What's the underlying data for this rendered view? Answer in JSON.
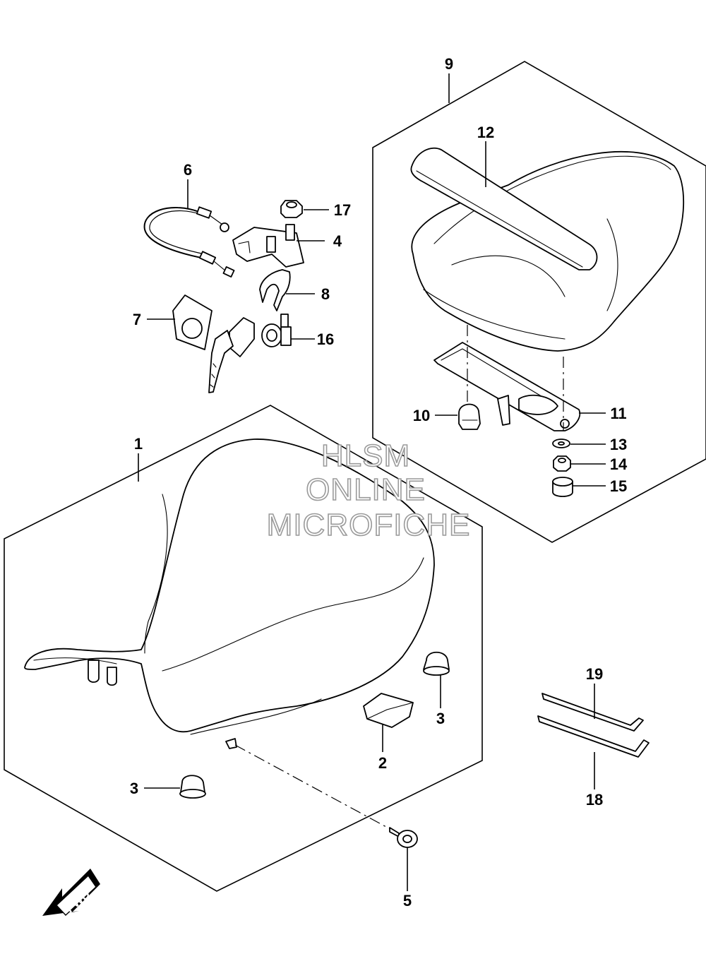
{
  "watermark": {
    "line1": "HLSM",
    "line2": "ONLINE",
    "line3": "MICROFICHE"
  },
  "fwd_label": "FWD",
  "callouts": {
    "c1": "1",
    "c2": "2",
    "c3a": "3",
    "c3b": "3",
    "c4": "4",
    "c5": "5",
    "c6": "6",
    "c7": "7",
    "c8": "8",
    "c9": "9",
    "c10": "10",
    "c11": "11",
    "c12": "12",
    "c13": "13",
    "c14": "14",
    "c15": "15",
    "c16": "16",
    "c17": "17",
    "c18": "18",
    "c19": "19"
  }
}
